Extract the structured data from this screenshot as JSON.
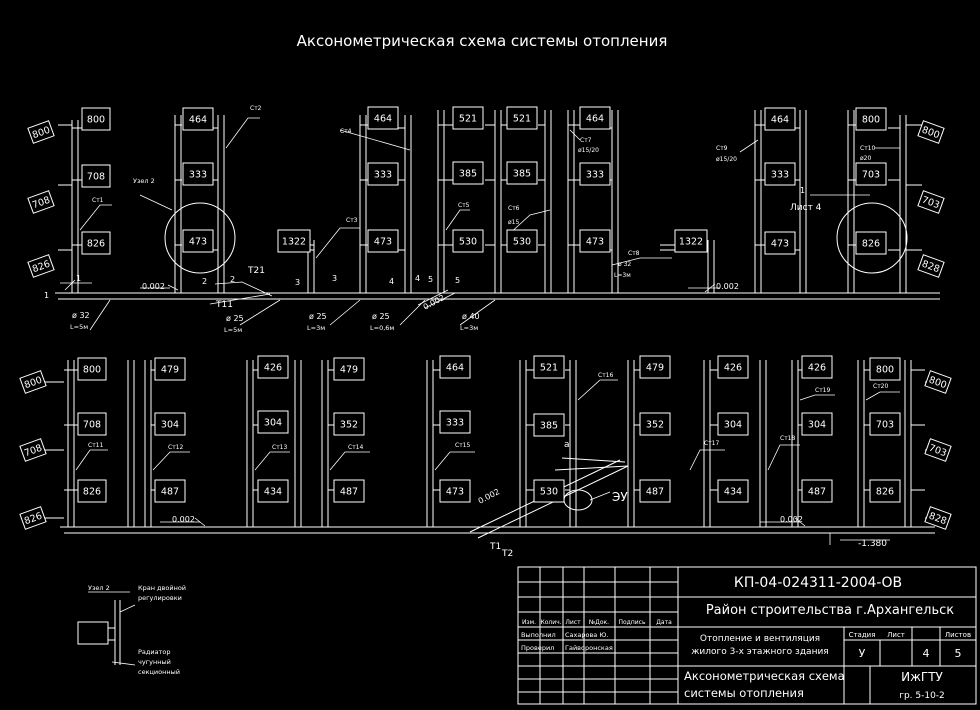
{
  "colors": {
    "background": "#000000",
    "line": "#ffffff"
  },
  "title": "Аксонометрическая схема системы отопления",
  "top_row": {
    "radiators": [
      {
        "id": "t1",
        "label": "800"
      },
      {
        "id": "t2",
        "label": "708"
      },
      {
        "id": "t3",
        "label": "826"
      },
      {
        "id": "t4",
        "label": "800"
      },
      {
        "id": "t5",
        "label": "708"
      },
      {
        "id": "t6",
        "label": "826"
      },
      {
        "id": "t7",
        "label": "464"
      },
      {
        "id": "t8",
        "label": "333"
      },
      {
        "id": "t9",
        "label": "473"
      },
      {
        "id": "t10",
        "label": "1322"
      },
      {
        "id": "t11",
        "label": "464"
      },
      {
        "id": "t12",
        "label": "333"
      },
      {
        "id": "t13",
        "label": "473"
      },
      {
        "id": "t14",
        "label": "521"
      },
      {
        "id": "t15",
        "label": "385"
      },
      {
        "id": "t16",
        "label": "530"
      },
      {
        "id": "t17",
        "label": "521"
      },
      {
        "id": "t18",
        "label": "385"
      },
      {
        "id": "t19",
        "label": "530"
      },
      {
        "id": "t20",
        "label": "464"
      },
      {
        "id": "t21",
        "label": "333"
      },
      {
        "id": "t22",
        "label": "473"
      },
      {
        "id": "t23",
        "label": "1322"
      },
      {
        "id": "t24",
        "label": "464"
      },
      {
        "id": "t25",
        "label": "333"
      },
      {
        "id": "t26",
        "label": "473"
      },
      {
        "id": "t27",
        "label": "800"
      },
      {
        "id": "t28",
        "label": "703"
      },
      {
        "id": "t29",
        "label": "826"
      },
      {
        "id": "t30",
        "label": "800"
      },
      {
        "id": "t31",
        "label": "703"
      },
      {
        "id": "t32",
        "label": "828"
      }
    ],
    "node_label": "Узел 2",
    "sheet_ref_num": "1",
    "sheet_ref": "Лист 4",
    "pipes": [
      {
        "id": "p1",
        "label": "Ст1"
      },
      {
        "id": "p2",
        "label": "Ст2"
      },
      {
        "id": "p3",
        "label": "Ст3"
      },
      {
        "id": "p4",
        "label": "Ст4"
      },
      {
        "id": "p5",
        "label": "Ст5"
      },
      {
        "id": "p6",
        "label": "Ст6"
      },
      {
        "id": "p7",
        "label": "ø15"
      },
      {
        "id": "p8",
        "label": "Ст7"
      },
      {
        "id": "p9",
        "label": "ø15/20"
      },
      {
        "id": "p10",
        "label": "Ст8"
      },
      {
        "id": "p11",
        "label": "ø 32"
      },
      {
        "id": "p12",
        "label": "L=3м"
      },
      {
        "id": "p13",
        "label": "Ст9"
      },
      {
        "id": "p14",
        "label": "ø15/20"
      },
      {
        "id": "p15",
        "label": "Ст10"
      },
      {
        "id": "p16",
        "label": "ø20"
      }
    ],
    "slopes": [
      {
        "id": "s1",
        "label": "0.002"
      },
      {
        "id": "s2",
        "label": "0.002"
      },
      {
        "id": "s3",
        "label": "0.002"
      }
    ],
    "segments": [
      {
        "id": "n1",
        "label": "1"
      },
      {
        "id": "n1b",
        "label": "1"
      },
      {
        "id": "n2",
        "label": "2"
      },
      {
        "id": "n2b",
        "label": "2"
      },
      {
        "id": "n3",
        "label": "3"
      },
      {
        "id": "n3b",
        "label": "3"
      },
      {
        "id": "n4",
        "label": "4"
      },
      {
        "id": "n4b",
        "label": "4"
      },
      {
        "id": "n5",
        "label": "5"
      },
      {
        "id": "n5b",
        "label": "5"
      }
    ],
    "tags": [
      {
        "id": "g1",
        "label": "T21"
      },
      {
        "id": "g2",
        "label": "T11"
      }
    ],
    "dims": [
      {
        "id": "d1",
        "d": "ø 32",
        "l": "L=5м"
      },
      {
        "id": "d2",
        "d": "ø 25",
        "l": "L=5м"
      },
      {
        "id": "d3",
        "d": "ø 25",
        "l": "L=3м"
      },
      {
        "id": "d4",
        "d": "ø 25",
        "l": "L=0,6м"
      },
      {
        "id": "d5",
        "d": "ø 40",
        "l": "L=3м"
      }
    ]
  },
  "bottom_row": {
    "radiators": [
      {
        "id": "b1",
        "label": "800"
      },
      {
        "id": "b2",
        "label": "708"
      },
      {
        "id": "b3",
        "label": "826"
      },
      {
        "id": "b4",
        "label": "800"
      },
      {
        "id": "b5",
        "label": "708"
      },
      {
        "id": "b6",
        "label": "826"
      },
      {
        "id": "b7",
        "label": "479"
      },
      {
        "id": "b8",
        "label": "304"
      },
      {
        "id": "b9",
        "label": "487"
      },
      {
        "id": "b10",
        "label": "426"
      },
      {
        "id": "b11",
        "label": "304"
      },
      {
        "id": "b12",
        "label": "434"
      },
      {
        "id": "b13",
        "label": "479"
      },
      {
        "id": "b14",
        "label": "352"
      },
      {
        "id": "b15",
        "label": "487"
      },
      {
        "id": "b16",
        "label": "464"
      },
      {
        "id": "b17",
        "label": "333"
      },
      {
        "id": "b18",
        "label": "473"
      },
      {
        "id": "b19",
        "label": "521"
      },
      {
        "id": "b20",
        "label": "385"
      },
      {
        "id": "b21",
        "label": "530"
      },
      {
        "id": "b22",
        "label": "479"
      },
      {
        "id": "b23",
        "label": "352"
      },
      {
        "id": "b24",
        "label": "487"
      },
      {
        "id": "b25",
        "label": "426"
      },
      {
        "id": "b26",
        "label": "304"
      },
      {
        "id": "b27",
        "label": "434"
      },
      {
        "id": "b28",
        "label": "426"
      },
      {
        "id": "b29",
        "label": "304"
      },
      {
        "id": "b30",
        "label": "487"
      },
      {
        "id": "b31",
        "label": "800"
      },
      {
        "id": "b32",
        "label": "703"
      },
      {
        "id": "b33",
        "label": "826"
      },
      {
        "id": "b34",
        "label": "800"
      },
      {
        "id": "b35",
        "label": "703"
      },
      {
        "id": "b36",
        "label": "828"
      }
    ],
    "pipes": [
      {
        "id": "q1",
        "label": "Ст11"
      },
      {
        "id": "q2",
        "label": "Ст12"
      },
      {
        "id": "q3",
        "label": "Ст13"
      },
      {
        "id": "q4",
        "label": "Ст14"
      },
      {
        "id": "q5",
        "label": "Ст15"
      },
      {
        "id": "q6",
        "label": "Ст16"
      },
      {
        "id": "q7",
        "label": "Ст17"
      },
      {
        "id": "q8",
        "label": "Ст18"
      },
      {
        "id": "q9",
        "label": "Ст19"
      },
      {
        "id": "q10",
        "label": "Ст20"
      }
    ],
    "slopes": [
      {
        "id": "r1",
        "label": "0.002"
      },
      {
        "id": "r2",
        "label": "0.002"
      },
      {
        "id": "r3",
        "label": "0.002"
      }
    ],
    "unit_label": "ЭУ",
    "point_a": "а",
    "t1": "T1",
    "t2": "T2",
    "level": "-1.380"
  },
  "detail": {
    "node": "Узел 2",
    "valve": "Кран двойной регулировки",
    "radiator": "Радиатор чугунный секционный"
  },
  "stamp": {
    "code": "КП-04-024311-2004-ОВ",
    "district": "Район строительства г.Архангельск",
    "col_headers": [
      "Изм.",
      "Колич.",
      "Лист",
      "№Док.",
      "Подпись",
      "Дата"
    ],
    "row_executed_role": "Выполнил",
    "row_executed_name": "Сахарова Ю.",
    "row_checked_role": "Проверил",
    "row_checked_name": "Гайворонская",
    "description_line1": "Отопление и вентиляция",
    "description_line2": "жилого 3-х этажного здания",
    "stage_h": "Стадия",
    "sheet_h": "Лист",
    "sheets_h": "Листов",
    "stage": "У",
    "sheet": "4",
    "sheets": "5",
    "drawing_title_line1": "Аксонометрическая схема",
    "drawing_title_line2": "системы отопления",
    "org": "ИжГТУ",
    "group": "гр. 5-10-2"
  }
}
